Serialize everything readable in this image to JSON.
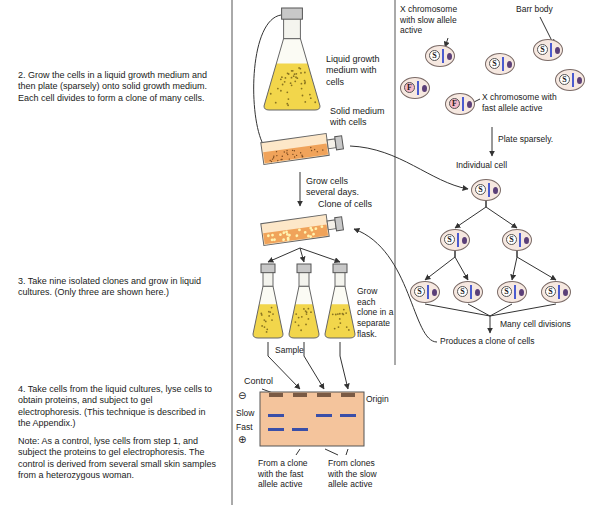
{
  "diagram": {
    "nodes": [
      {
        "text": [
          "S"
        ]
      },
      {
        "text": [
          "S"
        ]
      },
      {
        "text": [
          "S"
        ]
      },
      {
        "text": [
          "F"
        ]
      },
      {
        "text": [
          "F"
        ]
      },
      {
        "text": [
          "S"
        ]
      },
      {
        "text": [
          "S"
        ]
      },
      {
        "text": [
          "S"
        ]
      },
      {
        "text": [
          "S"
        ]
      },
      {
        "text": [
          "S"
        ]
      },
      {
        "text": [
          "S"
        ]
      },
      {
        "text": [
          "S"
        ]
      },
      {
        "text": [
          "S"
        ]
      }
    ],
    "edges": [
      {
        "from": 6,
        "to": 7,
        "arrow": "to"
      },
      {
        "from": 6,
        "to": 8,
        "arrow": "to"
      },
      {
        "from": 7,
        "to": 9,
        "arrow": "to"
      },
      {
        "from": 7,
        "to": 10,
        "arrow": "to"
      },
      {
        "from": 8,
        "to": 11,
        "arrow": "to"
      },
      {
        "from": 8,
        "to": 12,
        "arrow": "to"
      }
    ],
    "labels": [
      "2. Grow the cells in a liquid growth medium and then plate (sparsely) onto solid growth medium. Each cell divides to form a clone of many cells.",
      "3. Take nine isolated clones and grow in liquid cultures. (Only three are shown here.)",
      "4. Take cells from the liquid cultures, lyse cells to obtain proteins, and subject to gel electrophoresis. (This technique is described in the Appendix.)",
      "Note: As a control, lyse cells from step 1, and subject the proteins to gel electrophoresis. The control is derived from several small skin samples from a heterozygous woman.",
      "Liquid growth medium with cells",
      "Solid medium with cells",
      "Grow cells several days.",
      "Clone of cells",
      "Grow each clone in a separate flask.",
      "Sample",
      "Control",
      "Origin",
      "⊖",
      "Slow",
      "Fast",
      "⊕",
      "From a clone with the fast allele active",
      "From clones with the slow allele active",
      "X chromosome with slow allele active",
      "Barr body",
      "X chromosome with fast allele active",
      "Plate sparsely.",
      "Individual cell",
      "Many cell divisions",
      "Produces a clone of cells"
    ]
  }
}
